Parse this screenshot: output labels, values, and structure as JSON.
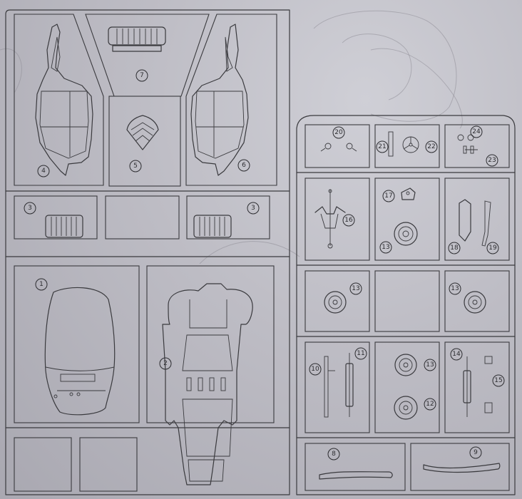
{
  "part_numbers": {
    "p1": "1",
    "p2": "2",
    "p3a": "3",
    "p3b": "3",
    "p4": "4",
    "p5": "5",
    "p6": "6",
    "p7": "7",
    "p8": "8",
    "p9": "9",
    "p10": "10",
    "p11": "11",
    "p12": "12",
    "p13a": "13",
    "p13b": "13",
    "p13c": "13",
    "p13d": "13",
    "p14": "14",
    "p15": "15",
    "p16": "16",
    "p17": "17",
    "p18": "18",
    "p19": "19",
    "p20": "20",
    "p21": "21",
    "p22": "22",
    "p23": "23",
    "p24": "24"
  },
  "colors": {
    "line": "#3a3a3e",
    "background": "#b9b8c0"
  }
}
